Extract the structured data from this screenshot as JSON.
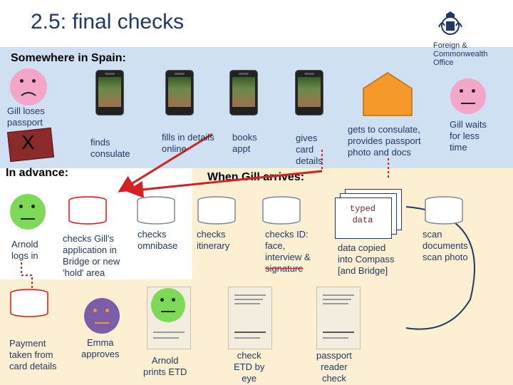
{
  "title": "2.5: final checks",
  "logo": {
    "line1": "Foreign &",
    "line2": "Commonwealth",
    "line3": "Office"
  },
  "sections": {
    "spain": "Somewhere in Spain:",
    "advance": "In advance:",
    "arrives": "When Gill arrives:"
  },
  "passport_mark": "X",
  "labels": {
    "gill_loses": [
      "Gill loses",
      "passport"
    ],
    "finds_consulate": [
      "finds",
      "consulate"
    ],
    "fills_details": [
      "fills in details",
      "online"
    ],
    "books_appt": [
      "books",
      "appt"
    ],
    "gives_card": [
      "gives",
      "card",
      "details"
    ],
    "gets_consulate": [
      "gets to consulate,",
      "provides passport",
      "photo and docs"
    ],
    "gill_waits": [
      "Gill waits",
      "for less",
      "time"
    ],
    "arnold_logs": [
      "Arnold",
      "logs in"
    ],
    "checks_app": [
      "checks Gill's",
      "application in",
      "Bridge or new",
      "'hold' area"
    ],
    "checks_omnibase": [
      "checks",
      "omnibase"
    ],
    "checks_itinerary": [
      "checks",
      "itinerary"
    ],
    "checks_id": [
      "checks ID:",
      "face,",
      "interview &",
      "signature"
    ],
    "typed_data": [
      "typed",
      "data"
    ],
    "data_copied": [
      "data copied",
      "into Compass",
      "[and Bridge]"
    ],
    "scan_docs": [
      "scan",
      "documents",
      "scan photo"
    ],
    "payment": [
      "Payment",
      "taken from",
      "card details"
    ],
    "emma": [
      "Emma",
      "approves"
    ],
    "arnold_prints": [
      "Arnold",
      "prints ETD"
    ],
    "check_etd": [
      "check",
      "ETD by",
      "eye"
    ],
    "passport_reader": [
      "passport",
      "reader",
      "check"
    ]
  },
  "colors": {
    "title": "#1f3864",
    "top_band": "#cfe0f3",
    "bottom_band": "#fdf0d2",
    "sad_face": "#f4a6c8",
    "happy_face": "#7ed957",
    "emma_face": "#7b5ea7",
    "db_red": "#e81010",
    "db_grey": "#7a8a99",
    "arrow_red": "#d42020"
  }
}
